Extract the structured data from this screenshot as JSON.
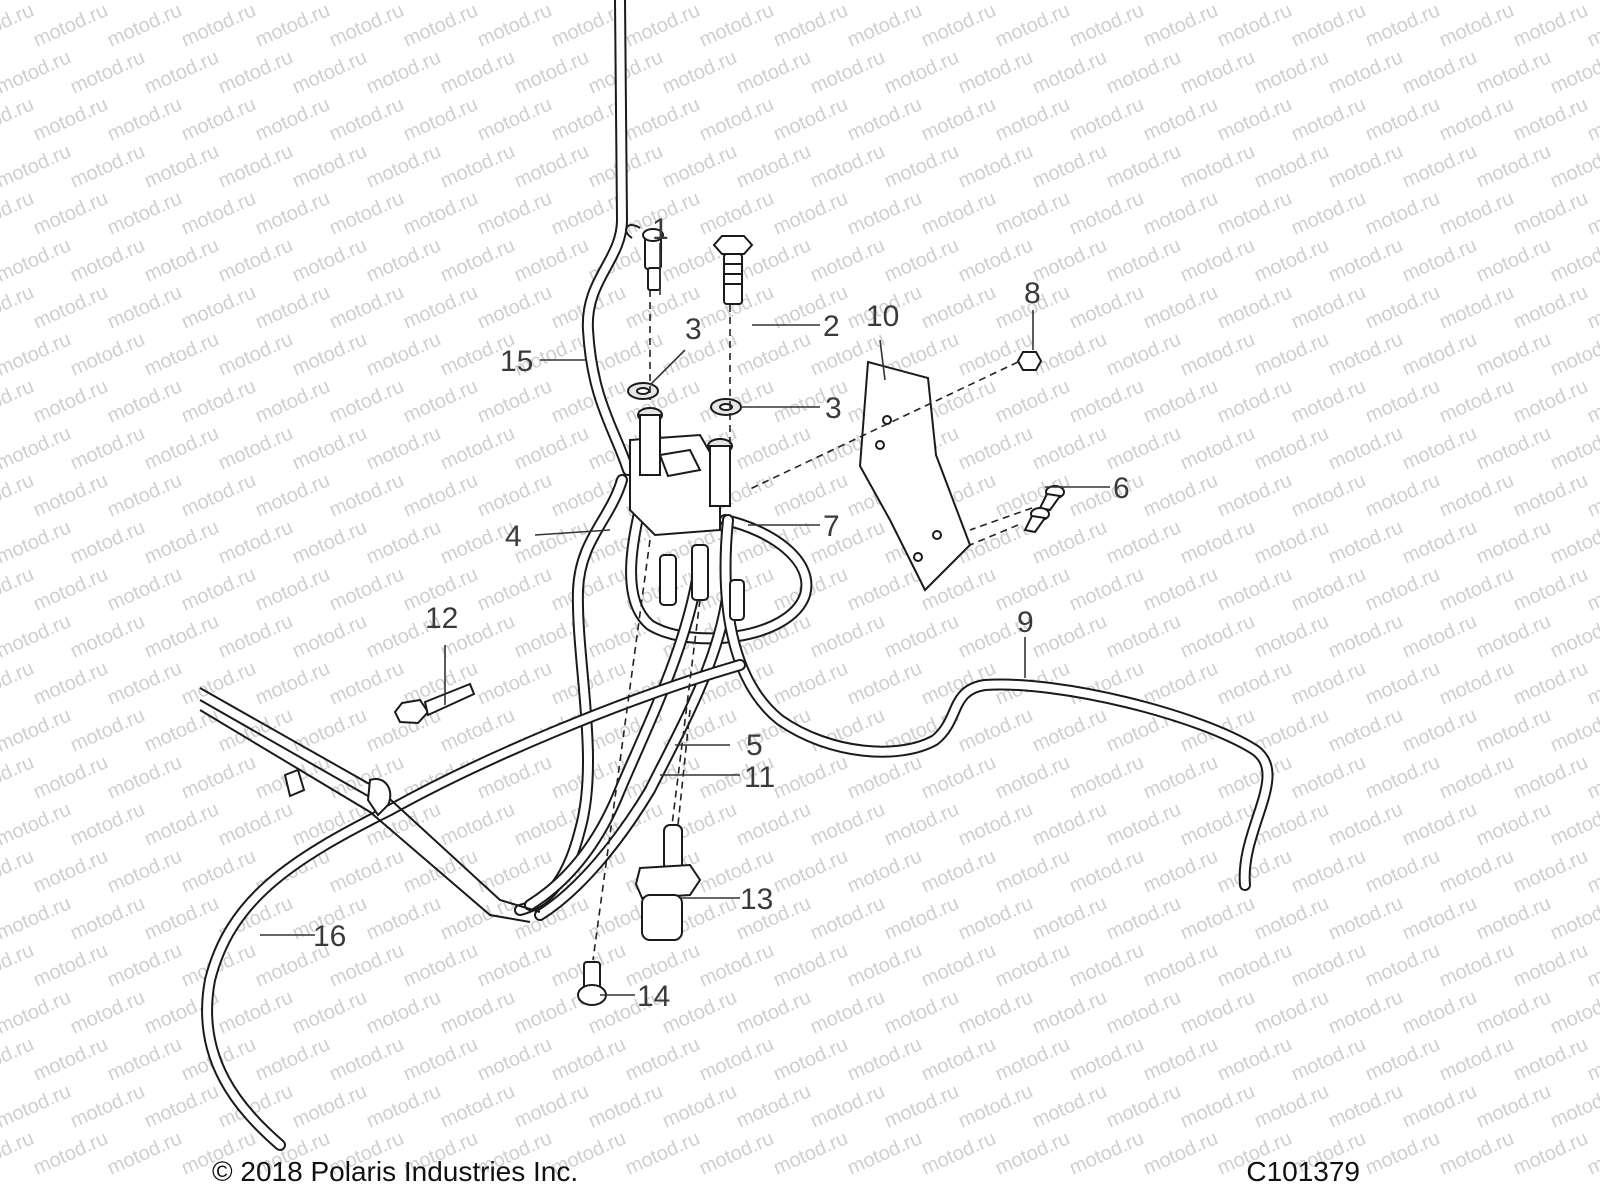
{
  "watermark": {
    "text": "motod.ru"
  },
  "callouts": [
    {
      "id": "1",
      "label": "1"
    },
    {
      "id": "2",
      "label": "2"
    },
    {
      "id": "3a",
      "label": "3"
    },
    {
      "id": "3b",
      "label": "3"
    },
    {
      "id": "4",
      "label": "4"
    },
    {
      "id": "5",
      "label": "5"
    },
    {
      "id": "6",
      "label": "6"
    },
    {
      "id": "7",
      "label": "7"
    },
    {
      "id": "8",
      "label": "8"
    },
    {
      "id": "9",
      "label": "9"
    },
    {
      "id": "10",
      "label": "10"
    },
    {
      "id": "11",
      "label": "11"
    },
    {
      "id": "12",
      "label": "12"
    },
    {
      "id": "13",
      "label": "13"
    },
    {
      "id": "14",
      "label": "14"
    },
    {
      "id": "15",
      "label": "15"
    },
    {
      "id": "16",
      "label": "16"
    }
  ],
  "footer": {
    "copyright": "© 2018 Polaris Industries Inc.",
    "figure_code": "C101379"
  }
}
